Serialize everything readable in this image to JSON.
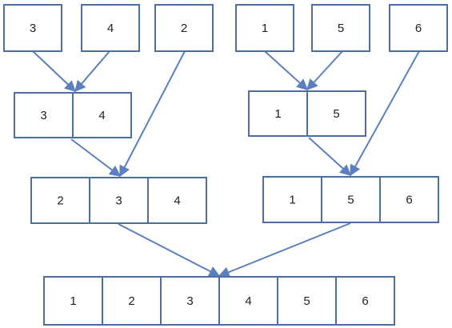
{
  "diagram": {
    "leaves": [
      "3",
      "4",
      "2",
      "1",
      "5",
      "6"
    ],
    "level1": [
      [
        "3",
        "4"
      ],
      [
        "1",
        "5"
      ]
    ],
    "level2": [
      [
        "2",
        "3",
        "4"
      ],
      [
        "1",
        "5",
        "6"
      ]
    ],
    "result": [
      "1",
      "2",
      "3",
      "4",
      "5",
      "6"
    ],
    "colors": {
      "box_stroke": "#4a6fa0",
      "arrow": "#5b7fbf",
      "text": "#222222"
    }
  }
}
